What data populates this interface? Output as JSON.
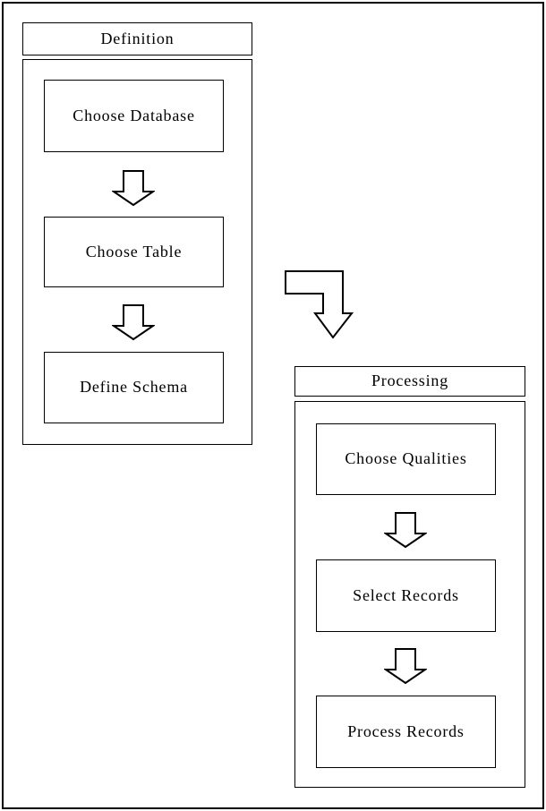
{
  "diagram": {
    "groups": [
      {
        "title": "Definition",
        "steps": [
          "Choose Database",
          "Choose Table",
          "Define Schema"
        ]
      },
      {
        "title": "Processing",
        "steps": [
          "Choose Qualities",
          "Select Records",
          "Process Records"
        ]
      }
    ],
    "connector": {
      "from": "Definition",
      "to": "Processing",
      "shape": "bent-arrow-down-right"
    },
    "colors": {
      "line": "#000000",
      "background": "#ffffff",
      "text": "#000000"
    }
  }
}
